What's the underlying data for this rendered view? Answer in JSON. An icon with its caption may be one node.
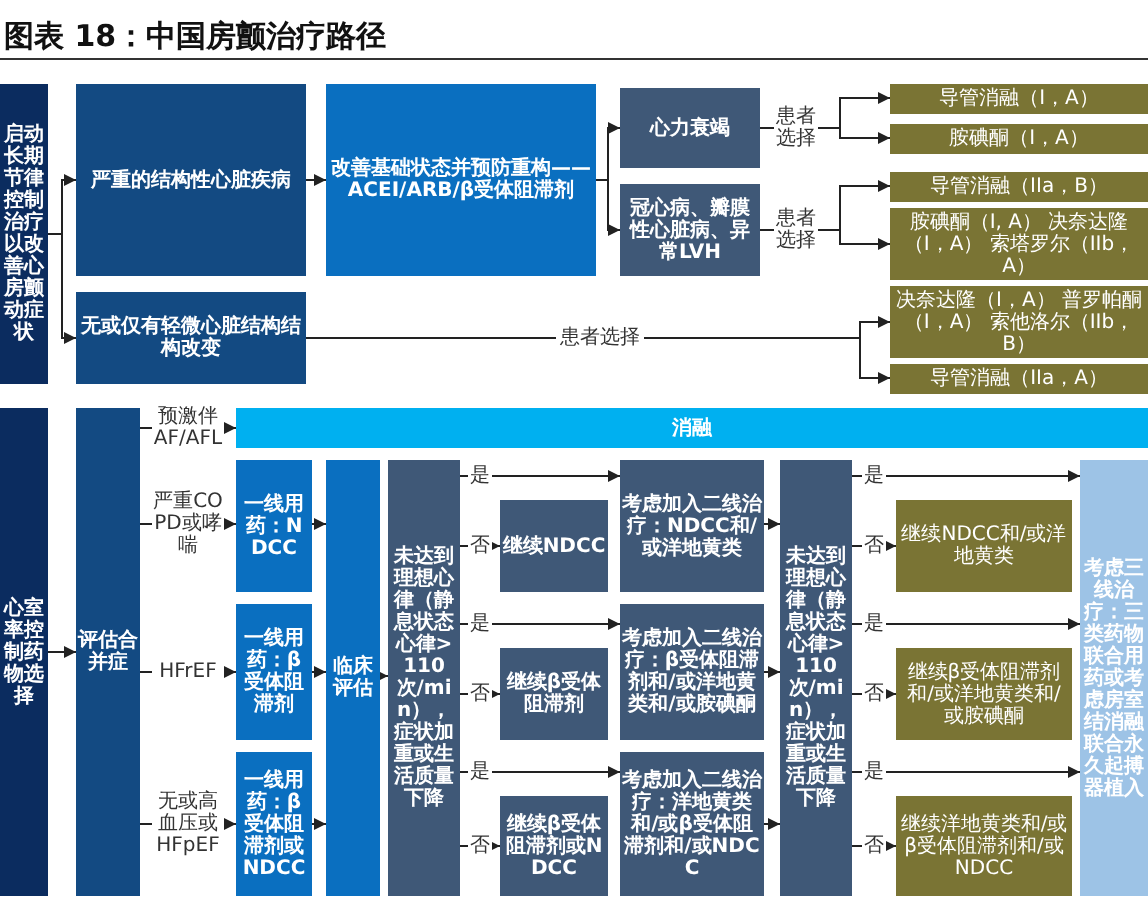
{
  "diagram": {
    "title": "图表 18：中国房颤治疗路径",
    "nodes": [
      {
        "text": [
          "启动长期节律控制治疗以改善心房颤动症状"
        ]
      },
      {
        "text": [
          "严重的结构性心脏疾病"
        ]
      },
      {
        "text": [
          "无或仅有轻微心脏结构结构改变"
        ]
      },
      {
        "text": [
          "改善基础状态并预防重构——ACEI/ARB/β受体阻滞剂"
        ]
      },
      {
        "text": [
          "心力衰竭"
        ]
      },
      {
        "text": [
          "冠心病、瓣膜性心脏病、异常LVH"
        ]
      },
      {
        "text": [
          "导管消融（I，A）"
        ]
      },
      {
        "text": [
          "胺碘酮（I，A）"
        ]
      },
      {
        "text": [
          "导管消融（IIa，B）"
        ]
      },
      {
        "text": [
          "胺碘酮（I, A） 决奈达隆（I，A） 索塔罗尔（IIb，A）"
        ]
      },
      {
        "text": [
          "决奈达隆（I，A） 普罗帕酮（I，A） 索他洛尔（IIb，B）"
        ]
      },
      {
        "text": [
          "导管消融（IIa，A）"
        ]
      },
      {
        "text": [
          "心室率控制药物选择"
        ]
      },
      {
        "text": [
          "评估合并症"
        ]
      },
      {
        "text": [
          "消融"
        ]
      },
      {
        "text": [
          "一线用药：NDCC"
        ]
      },
      {
        "text": [
          "一线用药：β受体阻滞剂"
        ]
      },
      {
        "text": [
          "一线用药：β受体阻滞剂或NDCC"
        ]
      },
      {
        "text": [
          "临床评估"
        ]
      },
      {
        "text": [
          "未达到理想心律（静息状态心律>110次/min），症状加重或生活质量下降"
        ]
      },
      {
        "text": [
          "继续NDCC"
        ]
      },
      {
        "text": [
          "继续β受体阻滞剂"
        ]
      },
      {
        "text": [
          "继续β受体阻滞剂或NDCC"
        ]
      },
      {
        "text": [
          "考虑加入二线治疗：NDCC和/或洋地黄类"
        ]
      },
      {
        "text": [
          "考虑加入二线治疗：β受体阻滞剂和/或洋地黄类和/或胺碘酮"
        ]
      },
      {
        "text": [
          "考虑加入二线治疗：洋地黄类和/或β受体阻滞剂和/或NDCC"
        ]
      },
      {
        "text": [
          "未达到理想心律（静息状态心律>110次/min），症状加重或生活质量下降"
        ]
      },
      {
        "text": [
          "继续NDCC和/或洋地黄类"
        ]
      },
      {
        "text": [
          "继续β受体阻滞剂和/或洋地黄类和/或胺碘酮"
        ]
      },
      {
        "text": [
          "继续洋地黄类和/或β受体阻滞剂和/或NDCC"
        ]
      },
      {
        "text": [
          "考虑三线治疗：三类药物联合用药或考虑房室结消融联合永久起搏器植入"
        ]
      }
    ],
    "edges": [
      {
        "from": 0,
        "to": 1,
        "arrow": "to"
      },
      {
        "from": 0,
        "to": 2,
        "arrow": "to"
      },
      {
        "from": 1,
        "to": 3,
        "arrow": "to"
      },
      {
        "from": 3,
        "to": 4,
        "arrow": "to"
      },
      {
        "from": 3,
        "to": 5,
        "arrow": "to"
      },
      {
        "from": 4,
        "to": 6,
        "arrow": "to",
        "label": "患者选择"
      },
      {
        "from": 4,
        "to": 7,
        "arrow": "to"
      },
      {
        "from": 5,
        "to": 8,
        "arrow": "to",
        "label": "患者选择"
      },
      {
        "from": 5,
        "to": 9,
        "arrow": "to"
      },
      {
        "from": 2,
        "to": 10,
        "arrow": "to",
        "label": "患者选择"
      },
      {
        "from": 2,
        "to": 11,
        "arrow": "to"
      },
      {
        "from": 12,
        "to": 13,
        "arrow": "to"
      },
      {
        "from": 13,
        "to": 14,
        "arrow": "to",
        "label": "预激伴AF/AFL"
      },
      {
        "from": 13,
        "to": 15,
        "arrow": "to",
        "label": "严重COPD或哮喘"
      },
      {
        "from": 13,
        "to": 16,
        "arrow": "to",
        "label": "HFrEF"
      },
      {
        "from": 13,
        "to": 17,
        "arrow": "to",
        "label": "无或高血压或HFpEF"
      },
      {
        "from": 15,
        "to": 18,
        "arrow": "to"
      },
      {
        "from": 16,
        "to": 18,
        "arrow": "to"
      },
      {
        "from": 17,
        "to": 18,
        "arrow": "to"
      },
      {
        "from": 18,
        "to": 19,
        "arrow": "to"
      },
      {
        "from": 19,
        "to": 23,
        "arrow": "to",
        "label": "是"
      },
      {
        "from": 19,
        "to": 20,
        "arrow": "to",
        "label": "否"
      },
      {
        "from": 19,
        "to": 24,
        "arrow": "to",
        "label": "是"
      },
      {
        "from": 19,
        "to": 21,
        "arrow": "to",
        "label": "否"
      },
      {
        "from": 19,
        "to": 25,
        "arrow": "to",
        "label": "是"
      },
      {
        "from": 19,
        "to": 22,
        "arrow": "to",
        "label": "否"
      },
      {
        "from": 23,
        "to": 26,
        "arrow": "to"
      },
      {
        "from": 24,
        "to": 26,
        "arrow": "to"
      },
      {
        "from": 25,
        "to": 26,
        "arrow": "to"
      },
      {
        "from": 26,
        "to": 30,
        "arrow": "to",
        "label": "是"
      },
      {
        "from": 26,
        "to": 27,
        "arrow": "to",
        "label": "否"
      },
      {
        "from": 26,
        "to": 30,
        "arrow": "to",
        "label": "是"
      },
      {
        "from": 26,
        "to": 28,
        "arrow": "to",
        "label": "否"
      },
      {
        "from": 26,
        "to": 30,
        "arrow": "to",
        "label": "是"
      },
      {
        "from": 26,
        "to": 29,
        "arrow": "to",
        "label": "否"
      }
    ]
  }
}
